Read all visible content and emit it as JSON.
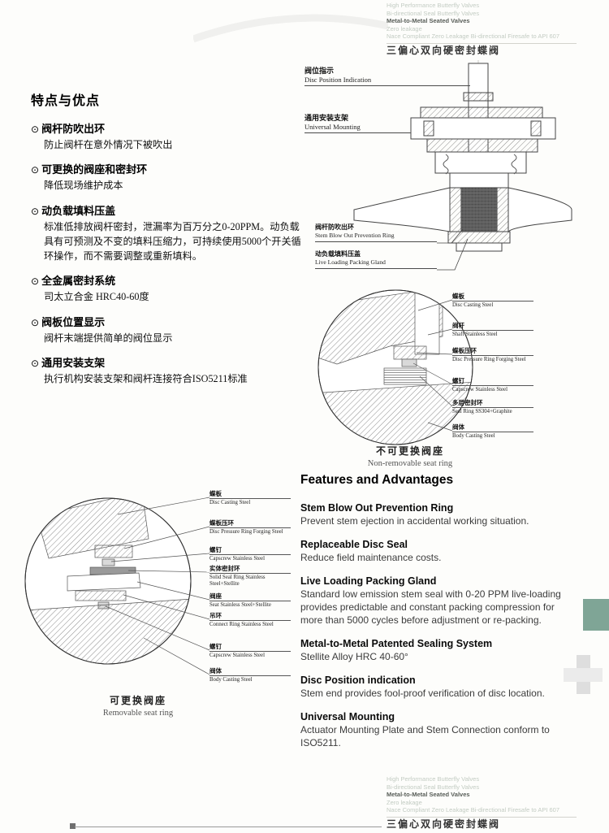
{
  "header": {
    "lines": [
      "High Performance Butterfly Valves",
      "Bi-directional Seal Butterfly Valves",
      "Metal-to-Metal Seated Valves",
      "Zero leakage",
      "Nace Compliant Zero Leakage Bi-directional Firesafe to API 607"
    ],
    "title_cn": "三偏心双向硬密封蝶阀"
  },
  "footer": {
    "lines": [
      "High Performance Butterfly Valves",
      "Bi-directional Seal Butterfly Valves",
      "Metal-to-Metal Seated Valves",
      "Zero leakage",
      "Nace Compliant Zero Leakage Bi-directional Firesafe to API 607"
    ],
    "title_cn": "三偏心双向硬密封蝶阀"
  },
  "cn_features": {
    "title": "特点与优点",
    "bullet": "⊙",
    "items": [
      {
        "title": "阀杆防吹出环",
        "desc": "防止阀杆在意外情况下被吹出"
      },
      {
        "title": "可更换的阀座和密封环",
        "desc": "降低现场维护成本"
      },
      {
        "title": "动负载填料压盖",
        "desc": "标准低排放阀杆密封，泄漏率为百万分之0-20PPM。动负载具有可预测及不变的填料压缩力，可持续使用5000个开关循环操作，而不需要调整或重新填料。"
      },
      {
        "title": "全金属密封系统",
        "desc": "司太立合金 HRC40-60度"
      },
      {
        "title": "阀板位置显示",
        "desc": "阀杆末端提供简单的阀位显示"
      },
      {
        "title": "通用安装支架",
        "desc": "执行机构安装支架和阀杆连接符合ISO5211标准"
      }
    ]
  },
  "assembly": {
    "labels": [
      {
        "cn": "阀位指示",
        "en": "Disc Position Indication"
      },
      {
        "cn": "通用安装支架",
        "en": "Universal Mounting"
      },
      {
        "cn": "阀杆防吹出环",
        "en": "Stem Blow Out Prevention Ring"
      },
      {
        "cn": "动负载填料压盖",
        "en": "Live Loading Packing Gland"
      }
    ]
  },
  "nonremovable": {
    "labels": [
      {
        "cn": "蝶板",
        "en": "Disc Casting Steel"
      },
      {
        "cn": "阀杆",
        "en": "Shaft Stainless Steel"
      },
      {
        "cn": "蝶板压环",
        "en": "Disc Pressure Ring Forging Steel"
      },
      {
        "cn": "螺钉",
        "en": "Capscrew Stainless Steel"
      },
      {
        "cn": "多层密封环",
        "en": "Seal Ring SS304+Graphite"
      },
      {
        "cn": "阀体",
        "en": "Body Casting Steel"
      }
    ],
    "caption_cn": "不可更换阀座",
    "caption_en": "Non-removable seat ring"
  },
  "removable": {
    "labels": [
      {
        "cn": "蝶板",
        "en": "Disc Casting Steel"
      },
      {
        "cn": "蝶板压环",
        "en": "Disc Pressure Ring Forging Steel"
      },
      {
        "cn": "螺钉",
        "en": "Capscrew Stainless Steel"
      },
      {
        "cn": "实体密封环",
        "en": "Solid Seal Ring Stainless Steel+Stellite"
      },
      {
        "cn": "阀座",
        "en": "Seat Stainless Steel+Stellite"
      },
      {
        "cn": "吊环",
        "en": "Connect Ring Stainless Steel"
      },
      {
        "cn": "螺钉",
        "en": "Capscrew Stainless Steel"
      },
      {
        "cn": "阀体",
        "en": "Body Casting Steel"
      }
    ],
    "caption_cn": "可更换阀座",
    "caption_en": "Removable seat ring"
  },
  "en_features": {
    "title": "Features and Advantages",
    "items": [
      {
        "title": "Stem Blow Out Prevention Ring",
        "desc": "Prevent stem ejection in accidental working situation."
      },
      {
        "title": "Replaceable Disc Seal",
        "desc": "Reduce field maintenance costs."
      },
      {
        "title": "Live Loading Packing Gland",
        "desc": "Standard low emission stem seal with 0-20 PPM live-loading provides predictable and constant packing compression for more than 5000 cycles before adjustment or re-packing."
      },
      {
        "title": "Metal-to-Metal Patented Sealing System",
        "desc": "Stellite Alloy HRC 40-60°"
      },
      {
        "title": "Disc Position indication",
        "desc": "Stem end provides fool-proof verification of disc location."
      },
      {
        "title": "Universal Mounting",
        "desc": "Actuator Mounting Plate and Stem Connection conform to ISO5211."
      }
    ]
  }
}
